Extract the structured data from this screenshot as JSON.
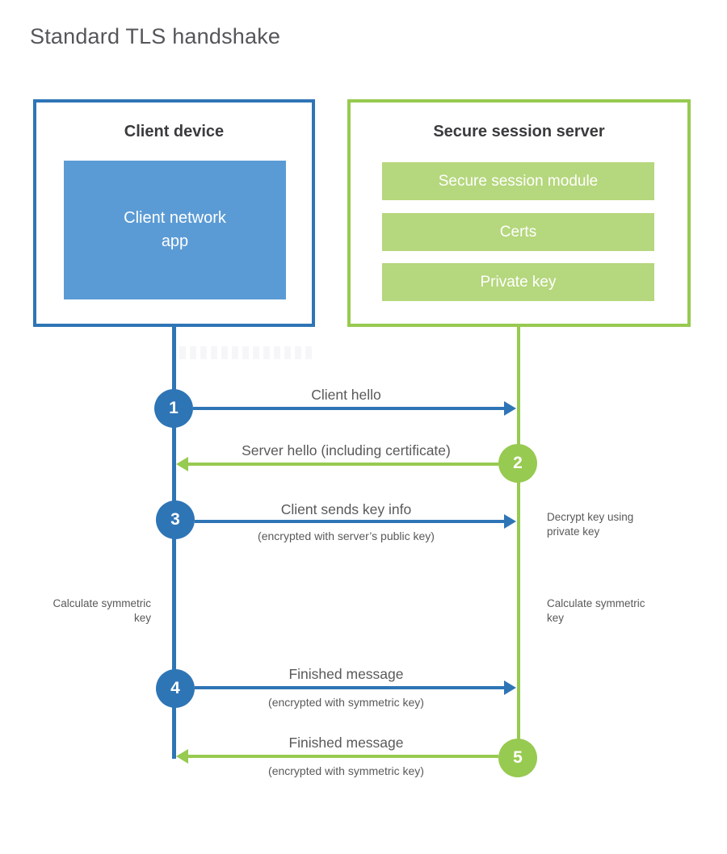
{
  "page": {
    "title": "Standard TLS handshake"
  },
  "colors": {
    "blue": "#2e75b6",
    "blue_light": "#5b9bd5",
    "green": "#97ca50",
    "green_light": "#b5d77d",
    "heading_text": "#3b3b3d",
    "label_text": "#595959"
  },
  "client_box": {
    "title": "Client device",
    "module": "Client network app"
  },
  "server_box": {
    "title": "Secure session server",
    "modules": [
      "Secure session module",
      "Certs",
      "Private key"
    ]
  },
  "steps": [
    {
      "num": "1",
      "actor": "client",
      "direction": "right",
      "label": "Client hello",
      "sublabel": ""
    },
    {
      "num": "2",
      "actor": "server",
      "direction": "left",
      "label": "Server hello (including certificate)",
      "sublabel": ""
    },
    {
      "num": "3",
      "actor": "client",
      "direction": "right",
      "label": "Client sends key info",
      "sublabel": "(encrypted with server’s public key)"
    },
    {
      "num": "4",
      "actor": "client",
      "direction": "right",
      "label": "Finished message",
      "sublabel": "(encrypted with symmetric key)"
    },
    {
      "num": "5",
      "actor": "server",
      "direction": "left",
      "label": "Finished message",
      "sublabel": "(encrypted with symmetric key)"
    }
  ],
  "annotations": [
    {
      "id": "decrypt-key",
      "side": "right",
      "text": "Decrypt key using private key"
    },
    {
      "id": "calculate-symmetric-key-client",
      "side": "left",
      "text": "Calculate symmetric key"
    },
    {
      "id": "calculate-symmetric-key-server",
      "side": "right",
      "text": "Calculate symmetric key"
    }
  ]
}
